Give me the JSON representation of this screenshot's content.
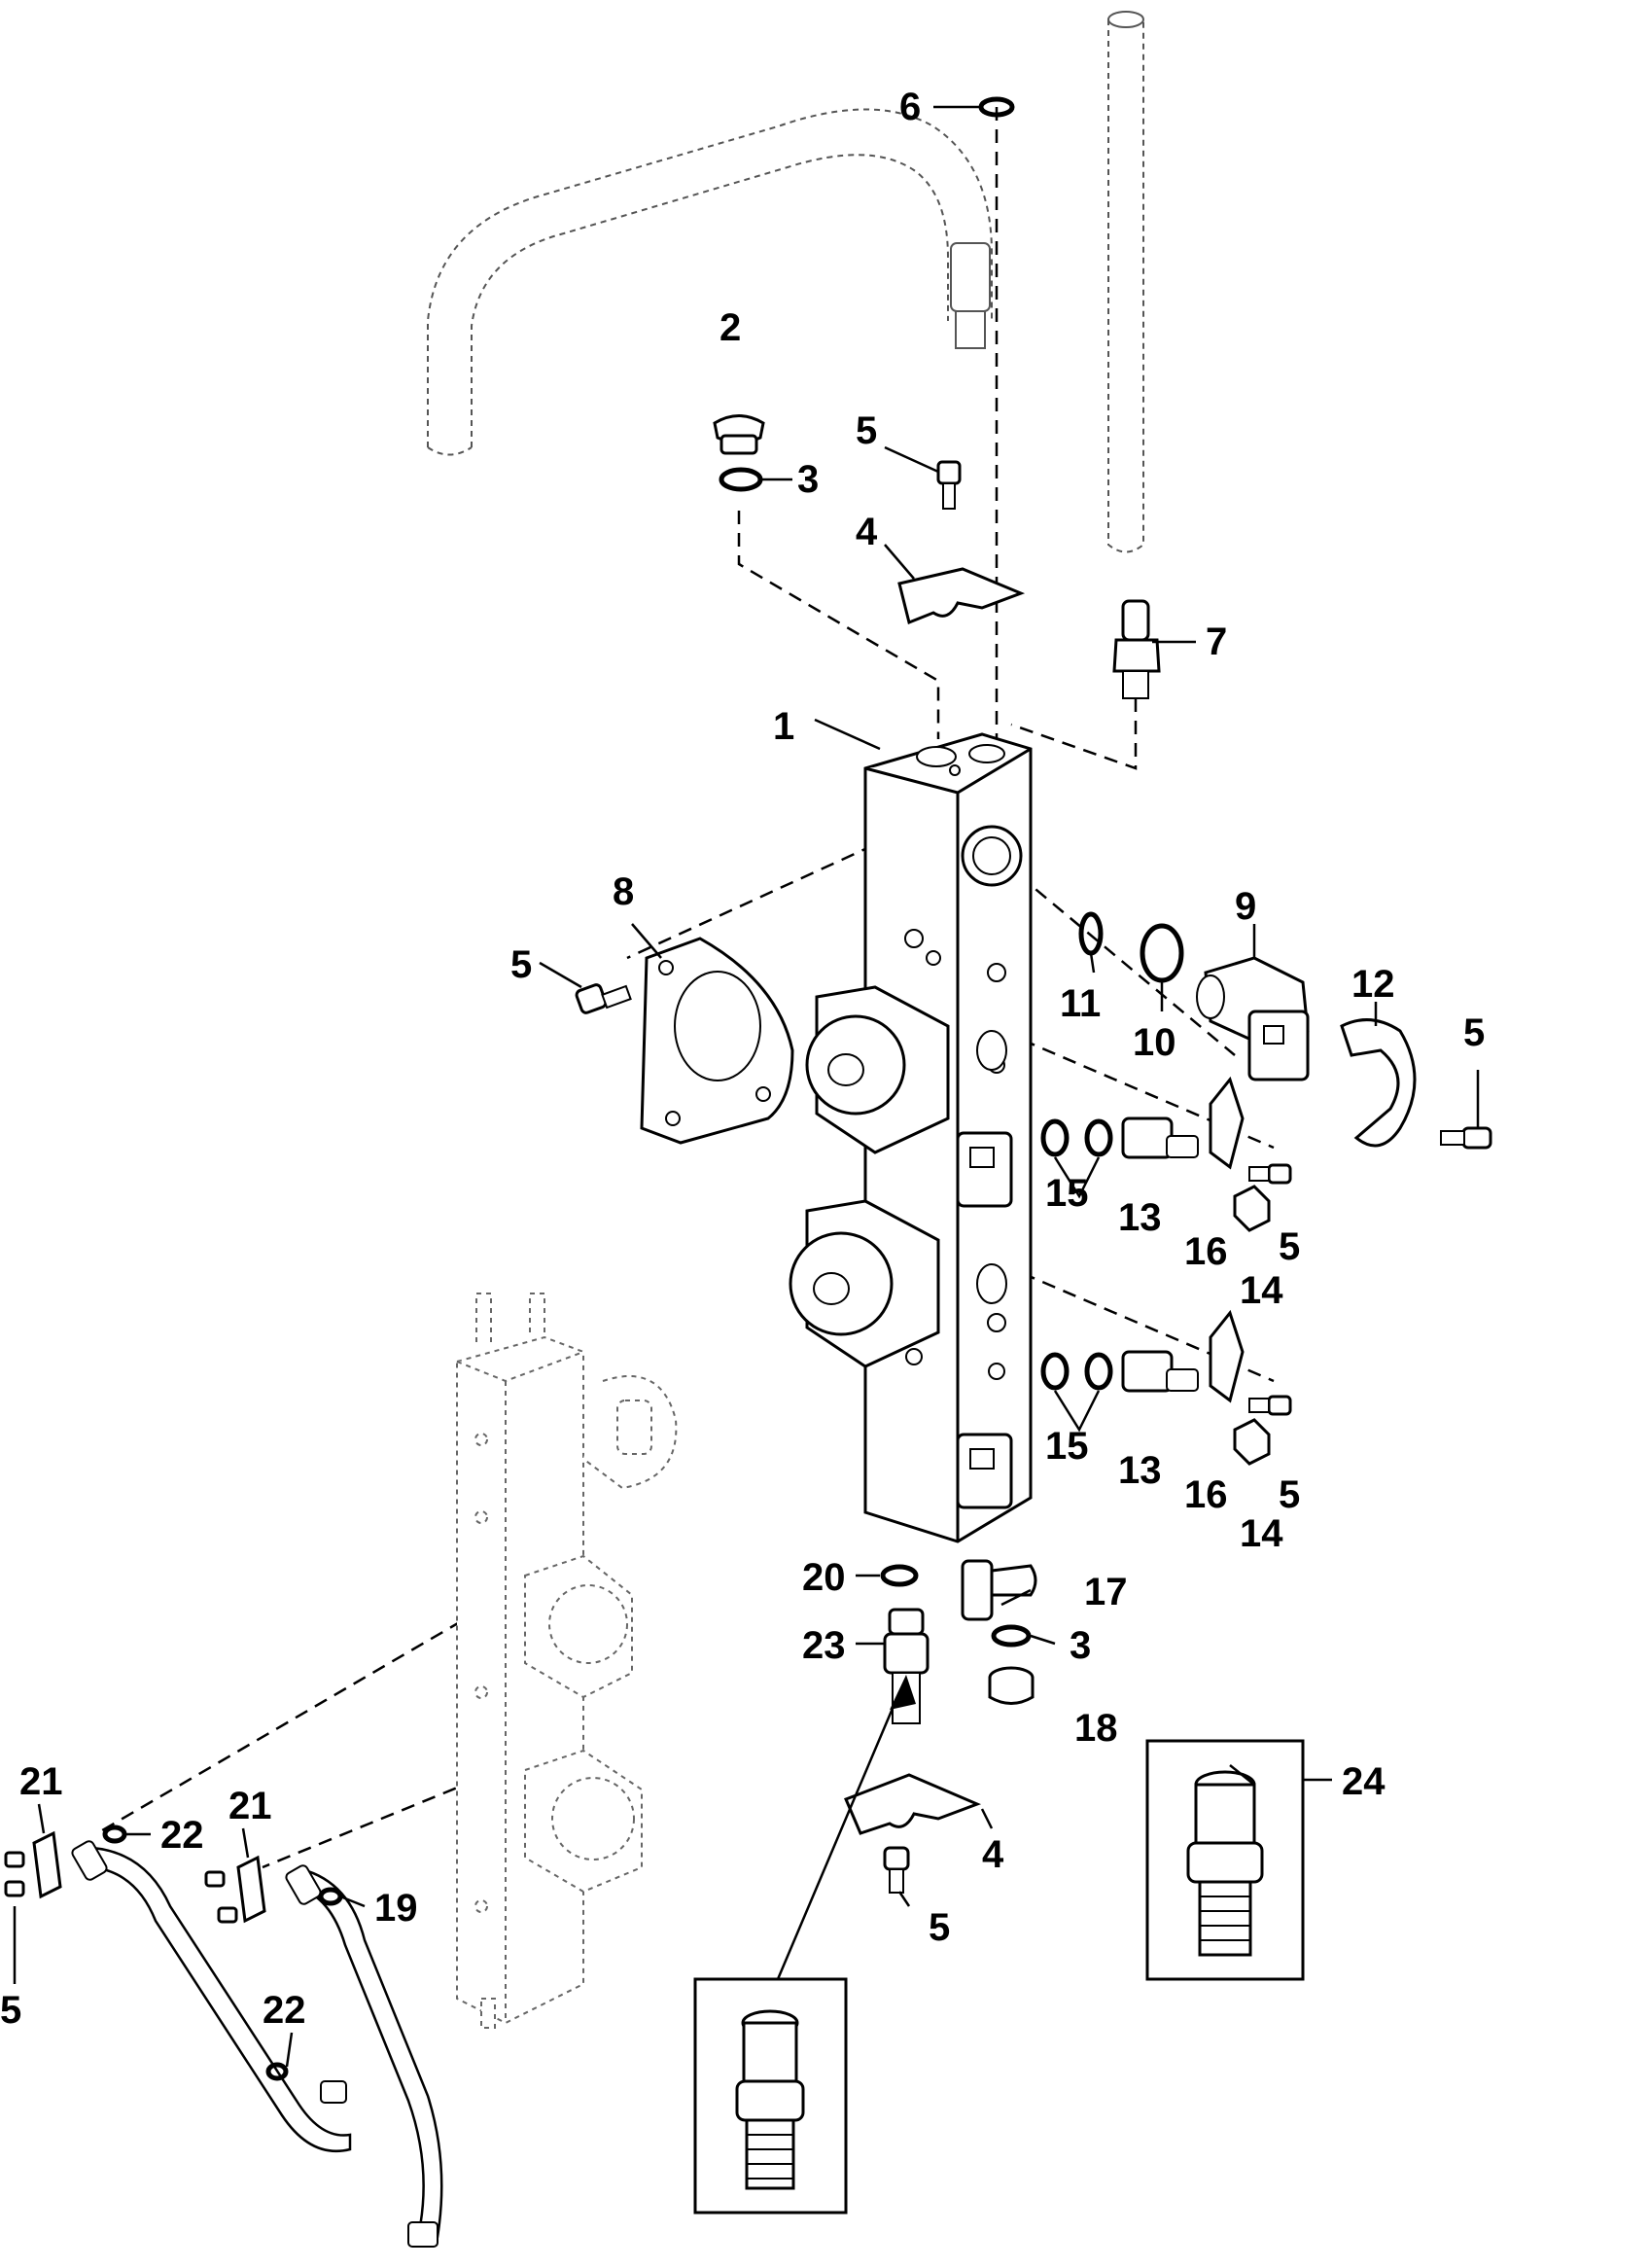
{
  "diagram": {
    "callouts": {
      "c1": "1",
      "c2": "2",
      "c3a": "3",
      "c3b": "3",
      "c4a": "4",
      "c4b": "4",
      "c5a": "5",
      "c5b": "5",
      "c5c": "5",
      "c5d": "5",
      "c5e": "5",
      "c5f": "5",
      "c5g": "5",
      "c6": "6",
      "c7": "7",
      "c8": "8",
      "c9": "9",
      "c10": "10",
      "c11": "11",
      "c12": "12",
      "c13a": "13",
      "c13b": "13",
      "c14a": "14",
      "c14b": "14",
      "c15a": "15",
      "c15b": "15",
      "c16a": "16",
      "c16b": "16",
      "c17": "17",
      "c18": "18",
      "c19": "19",
      "c20": "20",
      "c21a": "21",
      "c21b": "21",
      "c22a": "22",
      "c22b": "22",
      "c23": "23",
      "c24": "24"
    }
  }
}
